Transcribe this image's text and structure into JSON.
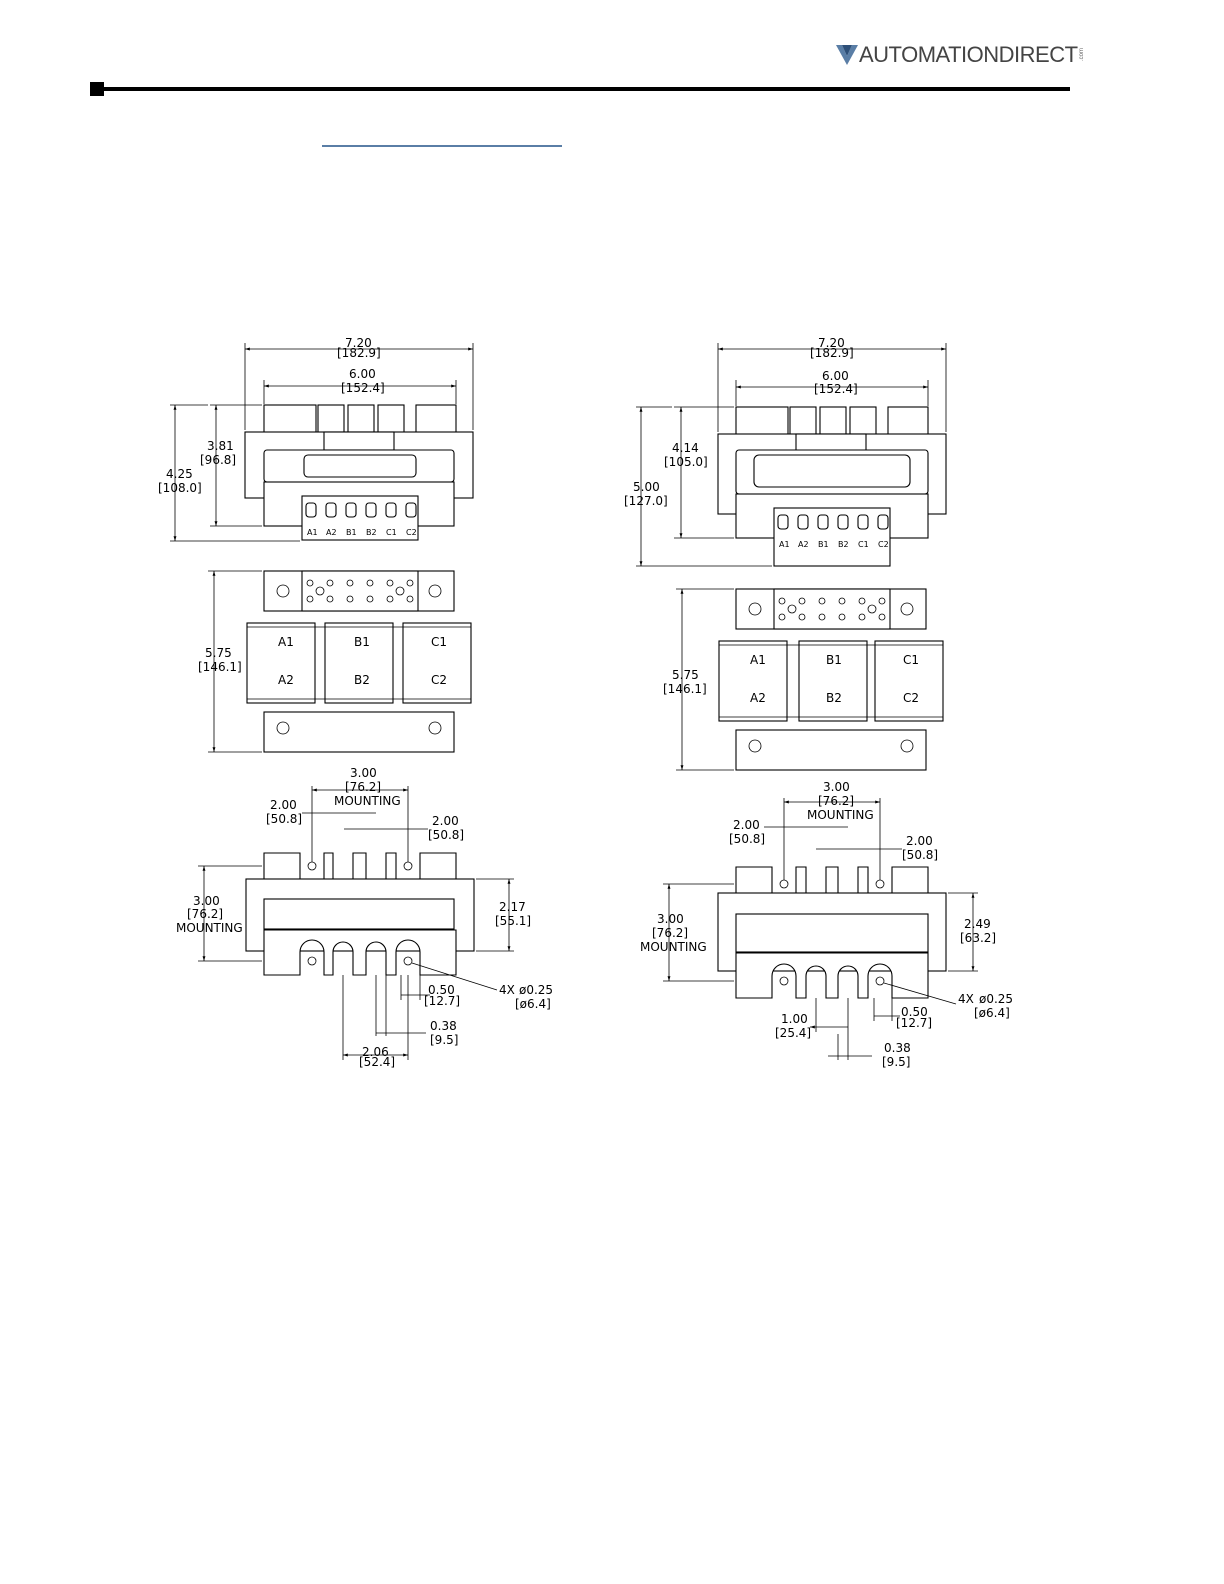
{
  "header": {
    "logo_text": "AUTOMATIONDIRECT",
    "logo_suffix": ".com",
    "accent_color": "#5a7ea6"
  },
  "left_drawing": {
    "front_view": {
      "overall_width": "7.20",
      "overall_width_mm": "[182.9]",
      "mount_width": "6.00",
      "mount_width_mm": "[152.4]",
      "core_height": "3.81",
      "core_height_mm": "[96.8]",
      "overall_height": "4.25",
      "overall_height_mm": "[108.0]",
      "terminals": [
        "A1",
        "A2",
        "B1",
        "B2",
        "C1",
        "C2"
      ]
    },
    "top_view": {
      "height": "5.75",
      "height_mm": "[146.1]",
      "coils_top": [
        "A1",
        "B1",
        "C1"
      ],
      "coils_bottom": [
        "A2",
        "B2",
        "C2"
      ]
    },
    "bottom_view": {
      "mounting": "3.00",
      "mounting_mm": "[76.2]",
      "mounting_label": "MOUNTING",
      "left_dim": "2.00",
      "left_dim_mm": "[50.8]",
      "right_dim": "2.00",
      "right_dim_mm": "[50.8]",
      "side_mount": "3.00",
      "side_mount_mm": "[76.2]",
      "side_mount_label": "MOUNTING",
      "depth": "2.17",
      "depth_mm": "[55.1]",
      "hole_count": "4X",
      "hole_dia": "ø0.25",
      "hole_dia_mm": "[ø6.4]",
      "slot": "0.50",
      "slot_mm": "[12.7]",
      "slot_width": "0.38",
      "slot_width_mm": "[9.5]",
      "slot_span": "2.06",
      "slot_span_mm": "[52.4]"
    }
  },
  "right_drawing": {
    "front_view": {
      "overall_width": "7.20",
      "overall_width_mm": "[182.9]",
      "mount_width": "6.00",
      "mount_width_mm": "[152.4]",
      "core_height": "4.14",
      "core_height_mm": "[105.0]",
      "overall_height": "5.00",
      "overall_height_mm": "[127.0]",
      "terminals": [
        "A1",
        "A2",
        "B1",
        "B2",
        "C1",
        "C2"
      ]
    },
    "top_view": {
      "height": "5.75",
      "height_mm": "[146.1]",
      "coils_top": [
        "A1",
        "B1",
        "C1"
      ],
      "coils_bottom": [
        "A2",
        "B2",
        "C2"
      ]
    },
    "bottom_view": {
      "mounting": "3.00",
      "mounting_mm": "[76.2]",
      "mounting_label": "MOUNTING",
      "left_dim": "2.00",
      "left_dim_mm": "[50.8]",
      "right_dim": "2.00",
      "right_dim_mm": "[50.8]",
      "side_mount": "3.00",
      "side_mount_mm": "[76.2]",
      "side_mount_label": "MOUNTING",
      "depth": "2.49",
      "depth_mm": "[63.2]",
      "hole_count": "4X",
      "hole_dia": "ø0.25",
      "hole_dia_mm": "[ø6.4]",
      "slot": "0.50",
      "slot_mm": "[12.7]",
      "slot_width": "0.38",
      "slot_width_mm": "[9.5]",
      "slot_pitch": "1.00",
      "slot_pitch_mm": "[25.4]"
    }
  }
}
